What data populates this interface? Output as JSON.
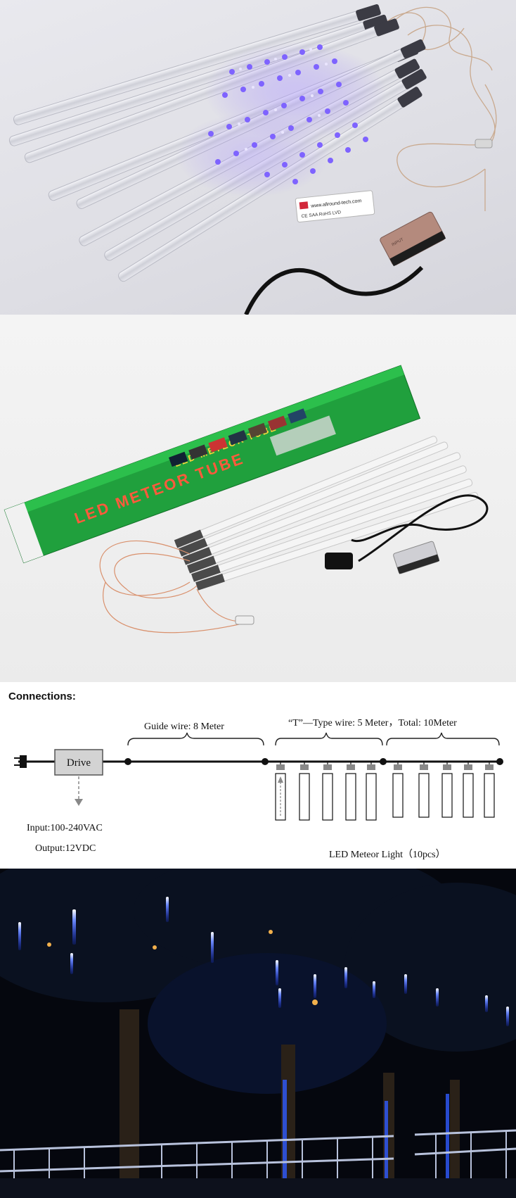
{
  "product_photo": {
    "label_card_url": "www.allround-tech.com",
    "label_card_marks": "CE SAA RoHS LVD"
  },
  "package_photo": {
    "box_title": "LED METEOR TUBE",
    "box_subtitle": "LED METEOR TUBE"
  },
  "connections": {
    "heading": "Connections:",
    "guide_wire_label": "Guide wire: 8 Meter",
    "t_wire_label": "“T”—Type wire: 5 Meter，Total: 10Meter",
    "drive_label": "Drive",
    "input_label": "Input:100-240VAC",
    "output_label": "Output:12VDC",
    "meteor_label": "LED Meteor Light（10pcs）"
  },
  "colors": {
    "led_purple": "#8a6cff",
    "led_blue": "#2f5bff",
    "box_green": "#1f9a3a",
    "night_sky": "#05070e"
  }
}
